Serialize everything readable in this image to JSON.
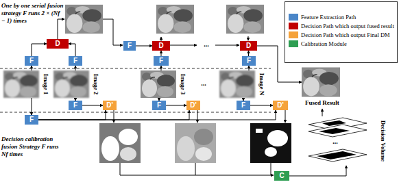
{
  "diagram": {
    "nodes": [
      {
        "text": [
          "D"
        ]
      },
      {
        "text": [
          "F"
        ]
      },
      {
        "text": [
          "D"
        ]
      },
      {
        "text": [
          "D"
        ]
      },
      {
        "text": [
          "F"
        ]
      },
      {
        "text": [
          "F"
        ]
      },
      {
        "text": [
          "F"
        ]
      },
      {
        "text": [
          "F"
        ]
      },
      {
        "text": [
          "Image 1"
        ]
      },
      {
        "text": [
          "Image 2"
        ]
      },
      {
        "text": [
          "Image 3"
        ]
      },
      {
        "text": [
          "Image N"
        ]
      },
      {
        "text": [
          "Fused Result"
        ]
      },
      {
        "text": [
          "F"
        ]
      },
      {
        "text": [
          "D'"
        ]
      },
      {
        "text": [
          "F"
        ]
      },
      {
        "text": [
          "D'"
        ]
      },
      {
        "text": [
          "F"
        ]
      },
      {
        "text": [
          "D'"
        ]
      },
      {
        "text": [
          "F"
        ]
      },
      {
        "text": [
          "Decision Volume"
        ]
      },
      {
        "text": [
          "C"
        ]
      }
    ],
    "edges": [
      {
        "from": 4,
        "to": 0,
        "arrow": "to"
      },
      {
        "from": 5,
        "to": 0,
        "arrow": "to"
      },
      {
        "from": 1,
        "to": 2,
        "arrow": "to"
      },
      {
        "from": 6,
        "to": 2,
        "arrow": "to"
      },
      {
        "from": 7,
        "to": 3,
        "arrow": "to"
      },
      {
        "from": 3,
        "to": 12,
        "arrow": "to"
      },
      {
        "from": 8,
        "to": 4,
        "arrow": "to"
      },
      {
        "from": 9,
        "to": 5,
        "arrow": "to"
      },
      {
        "from": 10,
        "to": 6,
        "arrow": "to"
      },
      {
        "from": 11,
        "to": 7,
        "arrow": "to"
      },
      {
        "from": 8,
        "to": 19,
        "arrow": "to"
      },
      {
        "from": 9,
        "to": 13,
        "arrow": "to"
      },
      {
        "from": 13,
        "to": 14,
        "arrow": "to"
      },
      {
        "from": 19,
        "to": 14,
        "arrow": "to"
      },
      {
        "from": 10,
        "to": 15,
        "arrow": "to"
      },
      {
        "from": 15,
        "to": 16,
        "arrow": "to"
      },
      {
        "from": 19,
        "to": 16,
        "arrow": "to"
      },
      {
        "from": 11,
        "to": 17,
        "arrow": "to"
      },
      {
        "from": 17,
        "to": 18,
        "arrow": "to"
      },
      {
        "from": 19,
        "to": 18,
        "arrow": "to"
      },
      {
        "from": 21,
        "to": 20,
        "arrow": "to"
      },
      {
        "from": 20,
        "to": 12,
        "arrow": "to"
      }
    ],
    "labels": [
      "One by one serial fusion strategy F runs 2 × (Nf − 1) times",
      "Decision calibration fusion Strategy F runs Nf times",
      "Legend",
      "...",
      "...",
      "..."
    ],
    "legend": [
      {
        "text": "Feature Extraction Path",
        "color": "#4a86c8"
      },
      {
        "text": "Decision Path which output fused result",
        "color": "#c00000"
      },
      {
        "text": "Decision Path which output Final DM",
        "color": "#f5a23a"
      },
      {
        "text": "Calibration Module",
        "color": "#2e9e52"
      }
    ]
  }
}
